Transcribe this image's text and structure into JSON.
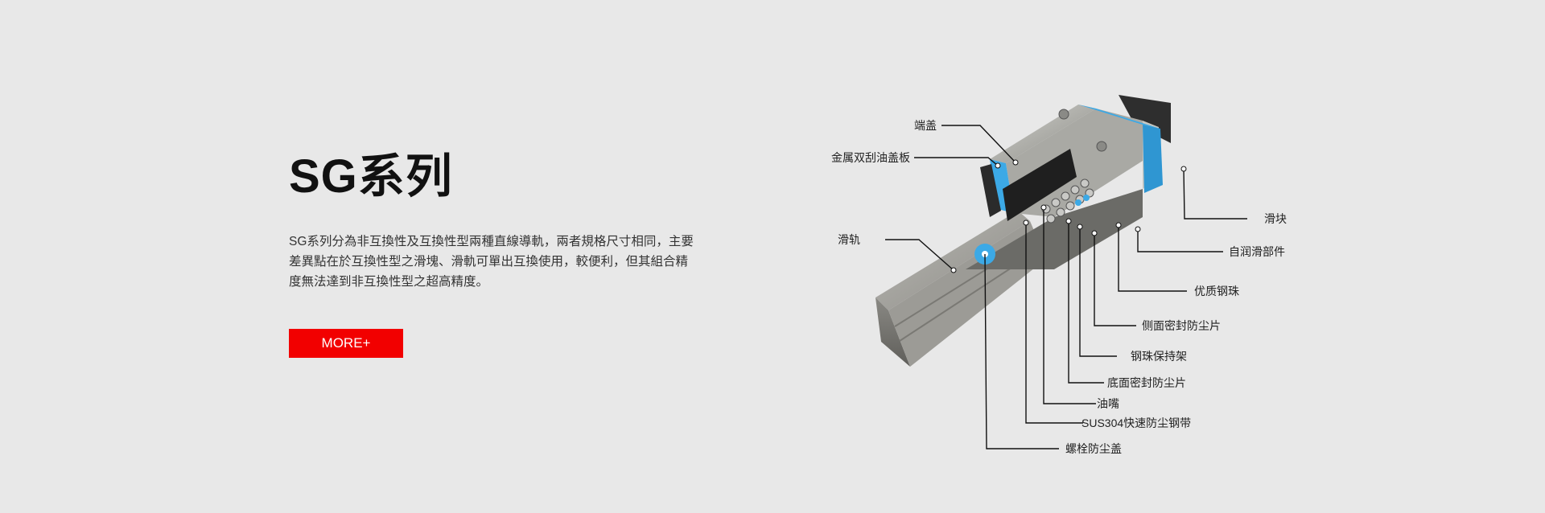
{
  "section": {
    "title": "SG系列",
    "description_lines": [
      "SG系列分為非互換性及互換性型兩種直線導軌，兩者規格尺寸相同，主要",
      "差異點在於互換性型之滑塊、滑軌可單出互換使用，較便利，但其組合精",
      "度無法達到非互換性型之超高精度。"
    ],
    "more_label": "MORE+",
    "accent_color": "#f20000"
  },
  "diagram": {
    "labels": {
      "end_cap": "端盖",
      "metal_scraper": "金属双刮油盖板",
      "rail": "滑轨",
      "block": "滑块",
      "self_lube": "自润滑部件",
      "steel_balls": "优质钢珠",
      "side_seal": "侧面密封防尘片",
      "ball_retainer": "钢珠保持架",
      "bottom_seal": "底面密封防尘片",
      "grease_nipple": "油嘴",
      "dust_strip": "SUS304快速防尘钢带",
      "bolt_cap": "螺栓防尘盖"
    },
    "colors": {
      "blue": "#3ca9e6",
      "rail": "#9a9994",
      "block": "#a8a8a3",
      "dark": "#2b2b2b"
    }
  }
}
